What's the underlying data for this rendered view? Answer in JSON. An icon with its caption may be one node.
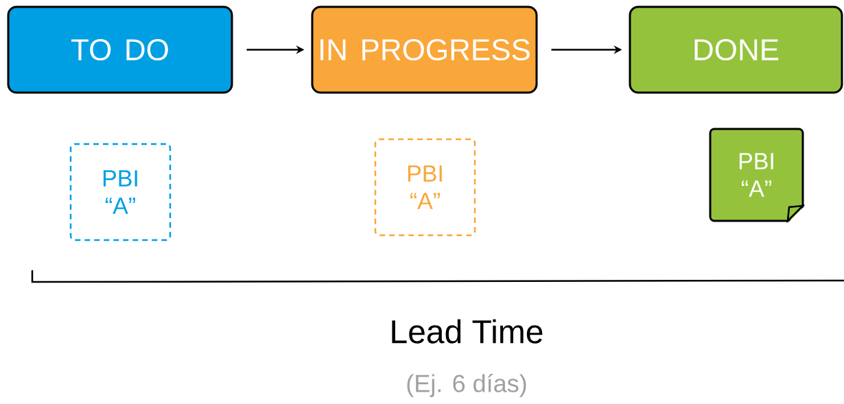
{
  "diagram": {
    "nodes": [
      {
        "text": [
          "TO DO"
        ]
      },
      {
        "text": [
          "IN PROGRESS"
        ]
      },
      {
        "text": [
          "DONE"
        ]
      },
      {
        "text": [
          "PBI “A”"
        ]
      },
      {
        "text": [
          "PBI “A”"
        ]
      },
      {
        "text": [
          "PBI “A”"
        ]
      }
    ],
    "edges": [
      {
        "from": 0,
        "to": 1,
        "arrow": "to"
      },
      {
        "from": 1,
        "to": 2,
        "arrow": "to"
      }
    ],
    "labels": [
      "Lead Time",
      "(Ej. 6 días)"
    ]
  }
}
